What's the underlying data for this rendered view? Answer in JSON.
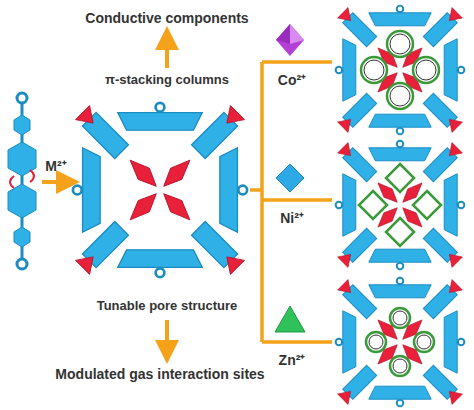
{
  "diagram": {
    "labels": [
      "Conductive components",
      "π-stacking columns",
      "M²⁺",
      "Tunable pore structure",
      "Modulated gas interaction sites",
      "Co²⁺",
      "Ni²⁺",
      "Zn²⁺"
    ]
  }
}
